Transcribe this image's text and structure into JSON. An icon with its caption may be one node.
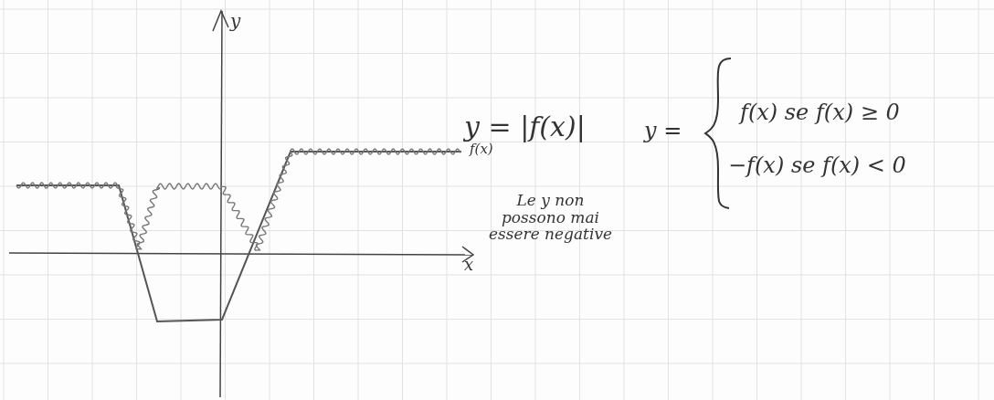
{
  "diagram": {
    "labels": [
      "y",
      "y = |f(x)|",
      "y =",
      "f(x) se f(x) ≥ 0",
      "f(x)",
      "−f(x) se f(x) < 0",
      "Le y non possono mai essere negative",
      "x"
    ]
  }
}
